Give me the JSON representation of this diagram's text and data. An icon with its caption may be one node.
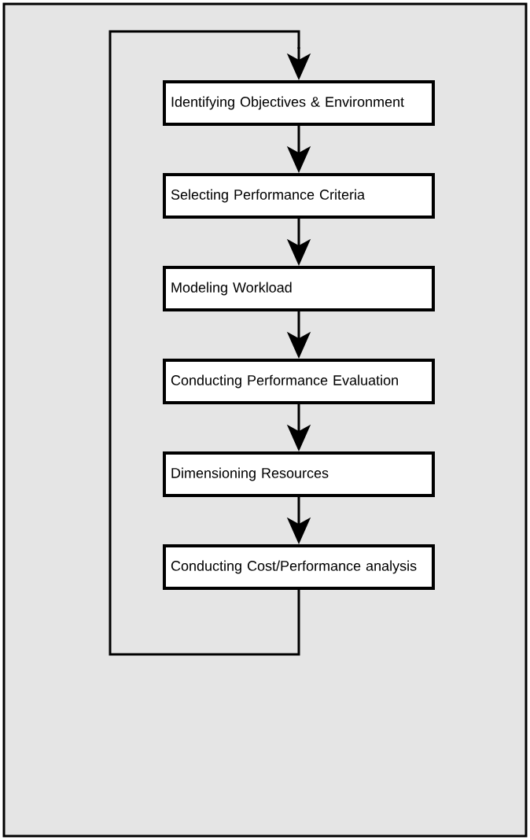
{
  "diagram": {
    "nodes": [
      {
        "text": [
          "Identifying Objectives & Environment"
        ]
      },
      {
        "text": [
          "Selecting Performance Criteria"
        ]
      },
      {
        "text": [
          "Modeling Workload"
        ]
      },
      {
        "text": [
          "Conducting Performance Evaluation"
        ]
      },
      {
        "text": [
          "Dimensioning Resources"
        ]
      },
      {
        "text": [
          "Conducting Cost/Performance analysis"
        ]
      }
    ],
    "edges": [
      {
        "from": 0,
        "to": 1,
        "arrow": "to"
      },
      {
        "from": 1,
        "to": 2,
        "arrow": "to"
      },
      {
        "from": 2,
        "to": 3,
        "arrow": "to"
      },
      {
        "from": 3,
        "to": 4,
        "arrow": "to"
      },
      {
        "from": 4,
        "to": 5,
        "arrow": "to"
      },
      {
        "from": 5,
        "to": 0,
        "arrow": "to"
      }
    ]
  }
}
